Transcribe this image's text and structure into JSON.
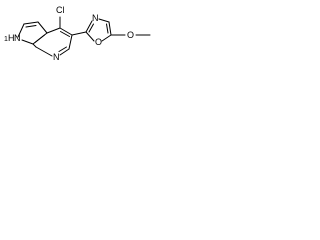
{
  "molecule": {
    "atom_labels": {
      "cl": "Cl",
      "nh": "N",
      "nh_h": "H",
      "h_prefix": "1",
      "pyridine_n": "N",
      "oxazole_n": "N",
      "oxazole_o": "O",
      "methoxy_o": "O"
    }
  },
  "colors": {
    "bond": "#000000",
    "label": "#000000",
    "background": "#ffffff"
  }
}
